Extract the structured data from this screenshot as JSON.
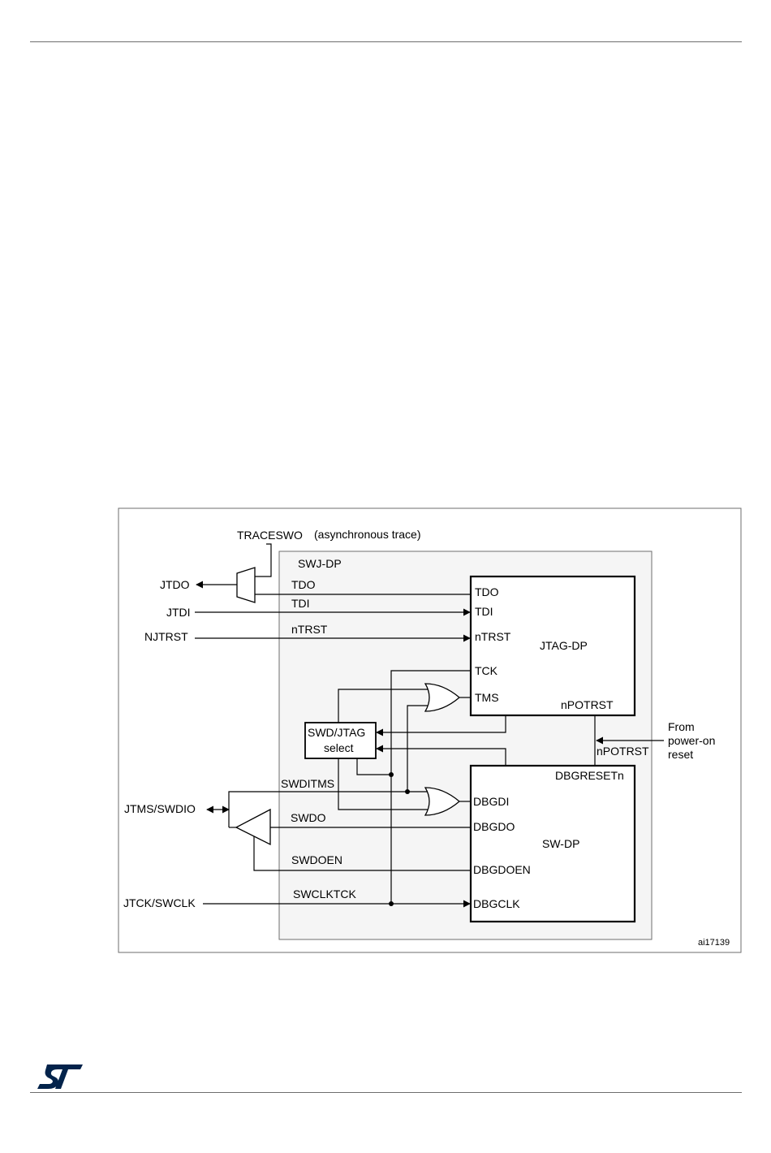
{
  "figure": {
    "swj_dp_label": "SWJ-DP",
    "traceswo_label": "TRACESWO",
    "async_trace_label": "(asynchronous trace)",
    "figure_id": "ai17139",
    "external_pins": {
      "jtdo": "JTDO",
      "jtdi": "JTDI",
      "njtrst": "NJTRST",
      "jtms_swdio": "JTMS/SWDIO",
      "jtck_swclk": "JTCK/SWCLK"
    },
    "internal_signals": {
      "tdo": "TDO",
      "tdi": "TDI",
      "ntrst": "nTRST",
      "swditms": "SWDITMS",
      "swdo": "SWDO",
      "swdoen": "SWDOEN",
      "swclktck": "SWCLKTCK"
    },
    "jtag_dp": {
      "title": "JTAG-DP",
      "ports": {
        "tdo": "TDO",
        "tdi": "TDI",
        "ntrst": "nTRST",
        "tck": "TCK",
        "tms": "TMS",
        "npotrst": "nPOTRST"
      }
    },
    "sw_dp": {
      "title": "SW-DP",
      "ports": {
        "dbgreset": "DBGRESETn",
        "dbgdi": "DBGDI",
        "dbgdo": "DBGDO",
        "dbgdoen": "DBGDOEN",
        "dbgclk": "DBGCLK"
      }
    },
    "select_block": {
      "line1": "SWD/JTAG",
      "line2": "select"
    },
    "npotrst_mid_label": "nPOTRST",
    "power_on": {
      "line1": "From",
      "line2": "power-on",
      "line3": "reset"
    }
  }
}
